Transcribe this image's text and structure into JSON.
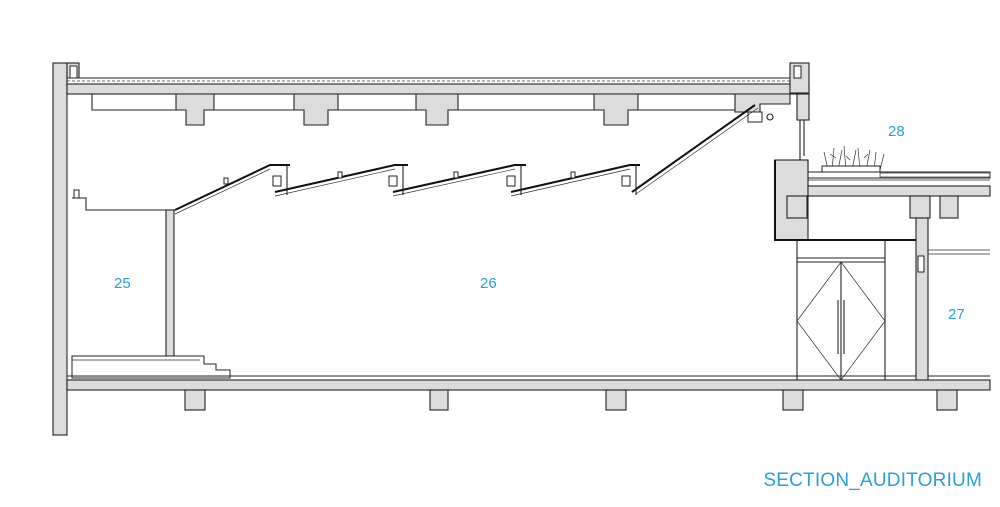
{
  "caption": "SECTION_AUDITORIUM",
  "rooms": {
    "r25": "25",
    "r26": "26",
    "r27": "27",
    "r28": "28"
  },
  "colors": {
    "label": "#2a9fd8",
    "wall_fill": "#dcdcdc",
    "line": "#222222"
  }
}
